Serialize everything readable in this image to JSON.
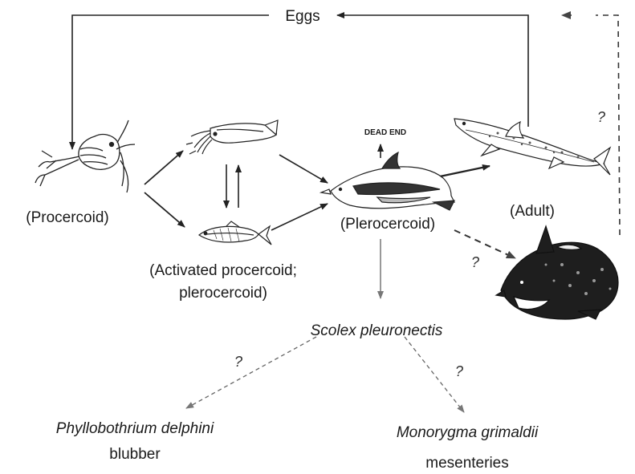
{
  "labels": {
    "eggs": "Eggs",
    "procercoid": "(Procercoid)",
    "activated_line1": "(Activated procercoid;",
    "activated_line2": "plerocercoid)",
    "plerocercoid": "(Plerocercoid)",
    "adult": "(Adult)",
    "dead_end": "DEAD END",
    "scolex": "Scolex pleuronectis",
    "phyllo_name": "Phyllobothrium delphini",
    "phyllo_site": "blubber",
    "mono_name": "Monorygma grimaldii",
    "mono_site": "mesenteries"
  },
  "question_marks": [
    "?",
    "?",
    "?",
    "?"
  ],
  "icons": {
    "copepod": "copepod-icon",
    "squid": "squid-icon",
    "fish": "fish-icon",
    "dolphin": "dolphin-icon",
    "shark": "shark-icon",
    "orca": "orca-icon"
  },
  "colors": {
    "solid_arrow": "#222222",
    "dashed_arrow": "#555555",
    "gray_arrow": "#777777"
  }
}
